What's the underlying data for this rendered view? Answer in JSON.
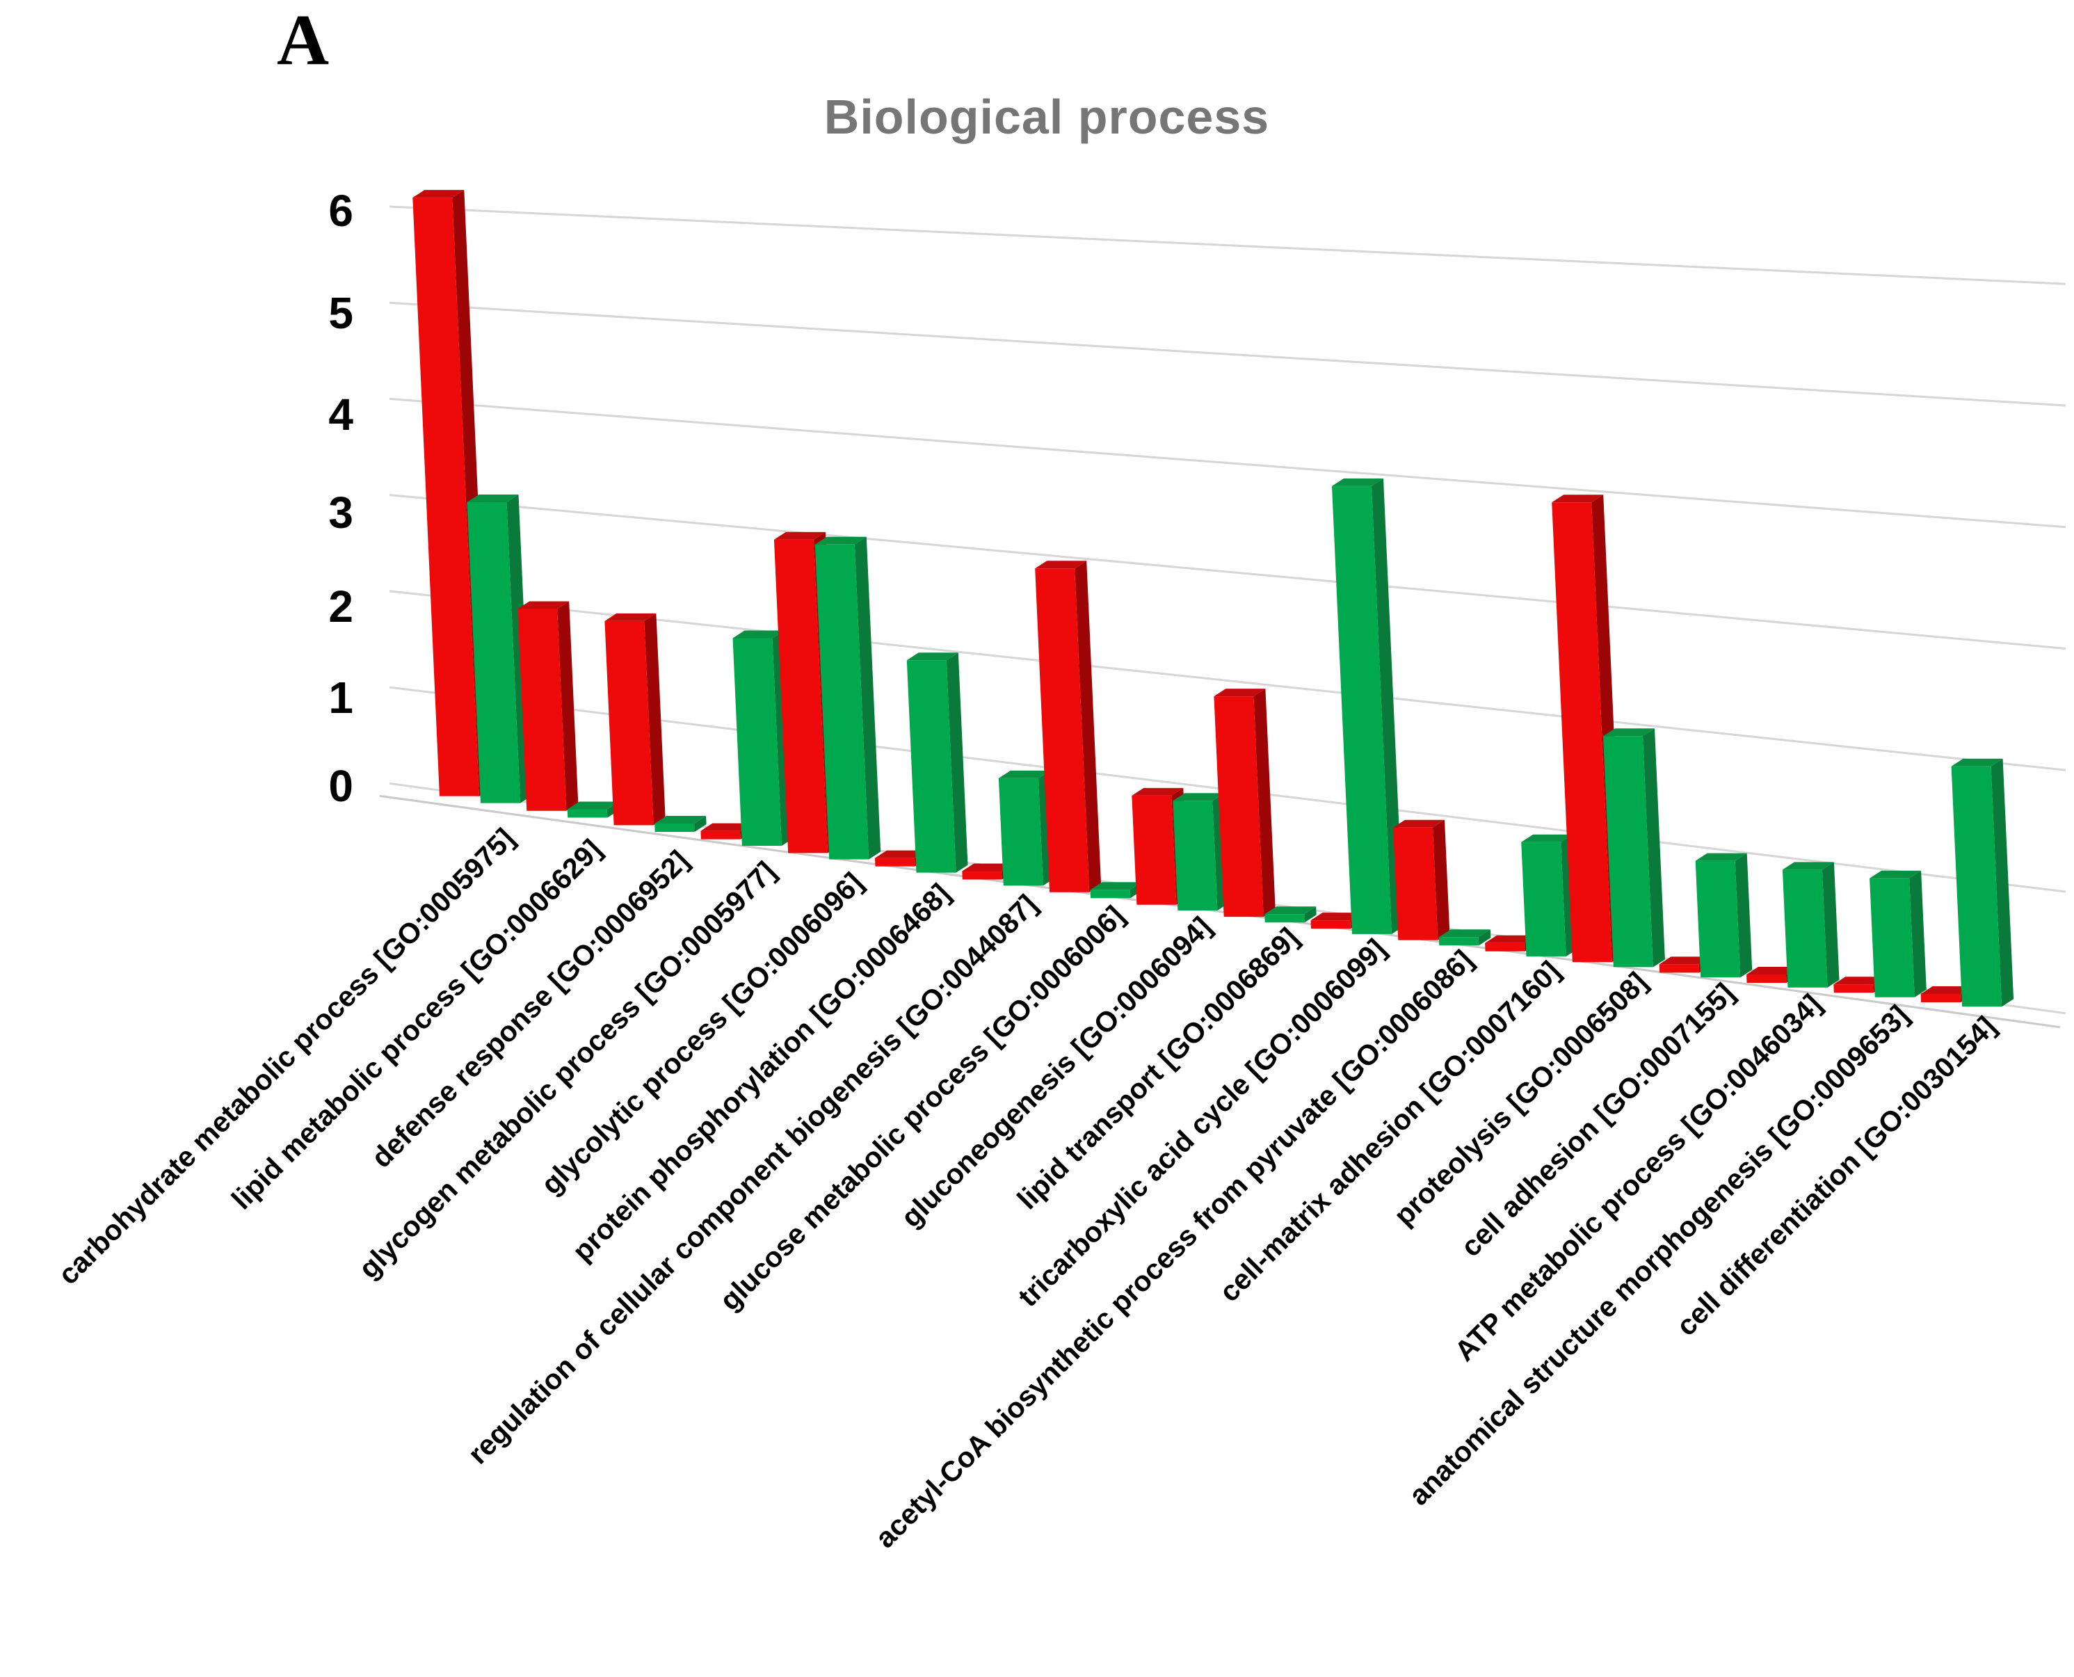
{
  "panel_label": "A",
  "chart_data": {
    "type": "bar",
    "style": "3d-clustered-column",
    "title": "Biological process",
    "title_color": "#767676",
    "legend": "none",
    "grid": true,
    "ylim": [
      0,
      6
    ],
    "yticks": [
      "0",
      "1",
      "2",
      "3",
      "4",
      "5",
      "6"
    ],
    "categories": [
      "carbohydrate metabolic process [GO:0005975]",
      "lipid metabolic process [GO:0006629]",
      "defense response [GO:0006952]",
      "glycogen metabolic process [GO:0005977]",
      "glycolytic process [GO:0006096]",
      "protein phosphorylation [GO:0006468]",
      "regulation of cellular component biogenesis [GO:0044087]",
      "glucose metabolic process [GO:0006006]",
      "gluconeogenesis [GO:0006094]",
      "lipid transport [GO:0006869]",
      "tricarboxylic acid cycle [GO:0006099]",
      "acetyl-CoA biosynthetic process from pyruvate [GO:0006086]",
      "cell-matrix adhesion [GO:0007160]",
      "proteolysis [GO:0006508]",
      "cell adhesion [GO:0007155]",
      "ATP metabolic process [GO:0046034]",
      "anatomical structure morphogenesis [GO:0009653]",
      "cell differentiation [GO:0030154]"
    ],
    "series": [
      {
        "name": "red-series",
        "color_front": "#ee0a0a",
        "color_side": "#9c0406",
        "color_top": "#c40b0e",
        "values": [
          6,
          2,
          2,
          0,
          3,
          0,
          0,
          3,
          1,
          2,
          0,
          1,
          0,
          4,
          0,
          0,
          0,
          0
        ]
      },
      {
        "name": "green-series",
        "color_front": "#00a94e",
        "color_side": "#0a7a3b",
        "color_top": "#089043",
        "values": [
          3,
          0,
          0,
          2,
          3,
          2,
          1,
          0,
          1,
          0,
          4,
          0,
          1,
          2,
          1,
          1,
          1,
          2
        ]
      }
    ],
    "gridline_color": "#d6d6d6"
  }
}
